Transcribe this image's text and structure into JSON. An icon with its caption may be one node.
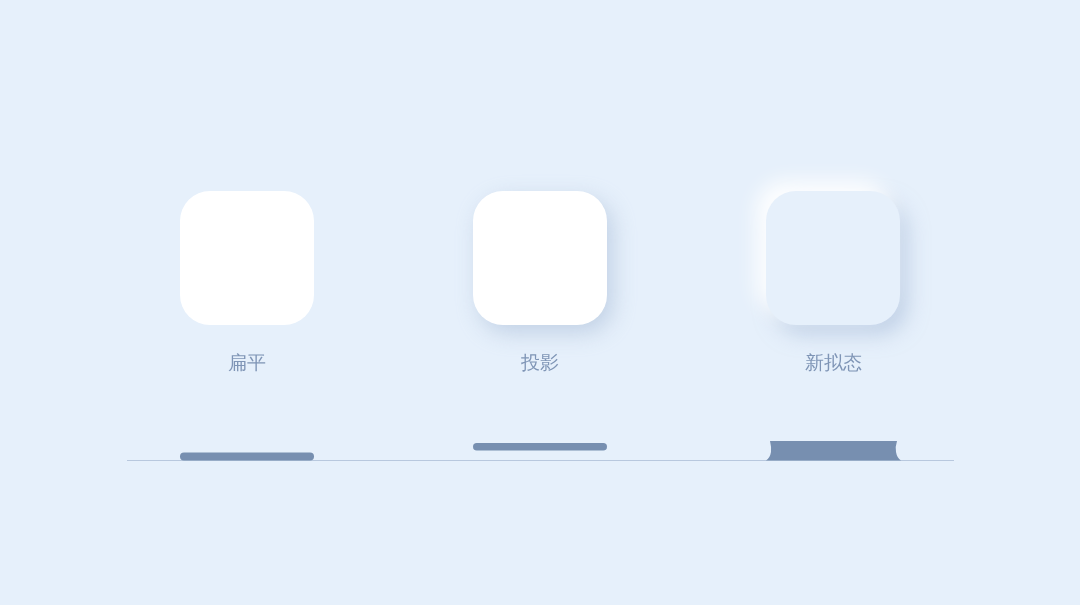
{
  "diagram": {
    "nodes": [
      {
        "text": [],
        "shape": "box",
        "beside": [
          "扁平"
        ]
      },
      {
        "text": [],
        "shape": "box",
        "beside": [
          "投影"
        ]
      },
      {
        "text": [],
        "shape": "box",
        "beside": [
          "新拟态"
        ]
      }
    ]
  }
}
